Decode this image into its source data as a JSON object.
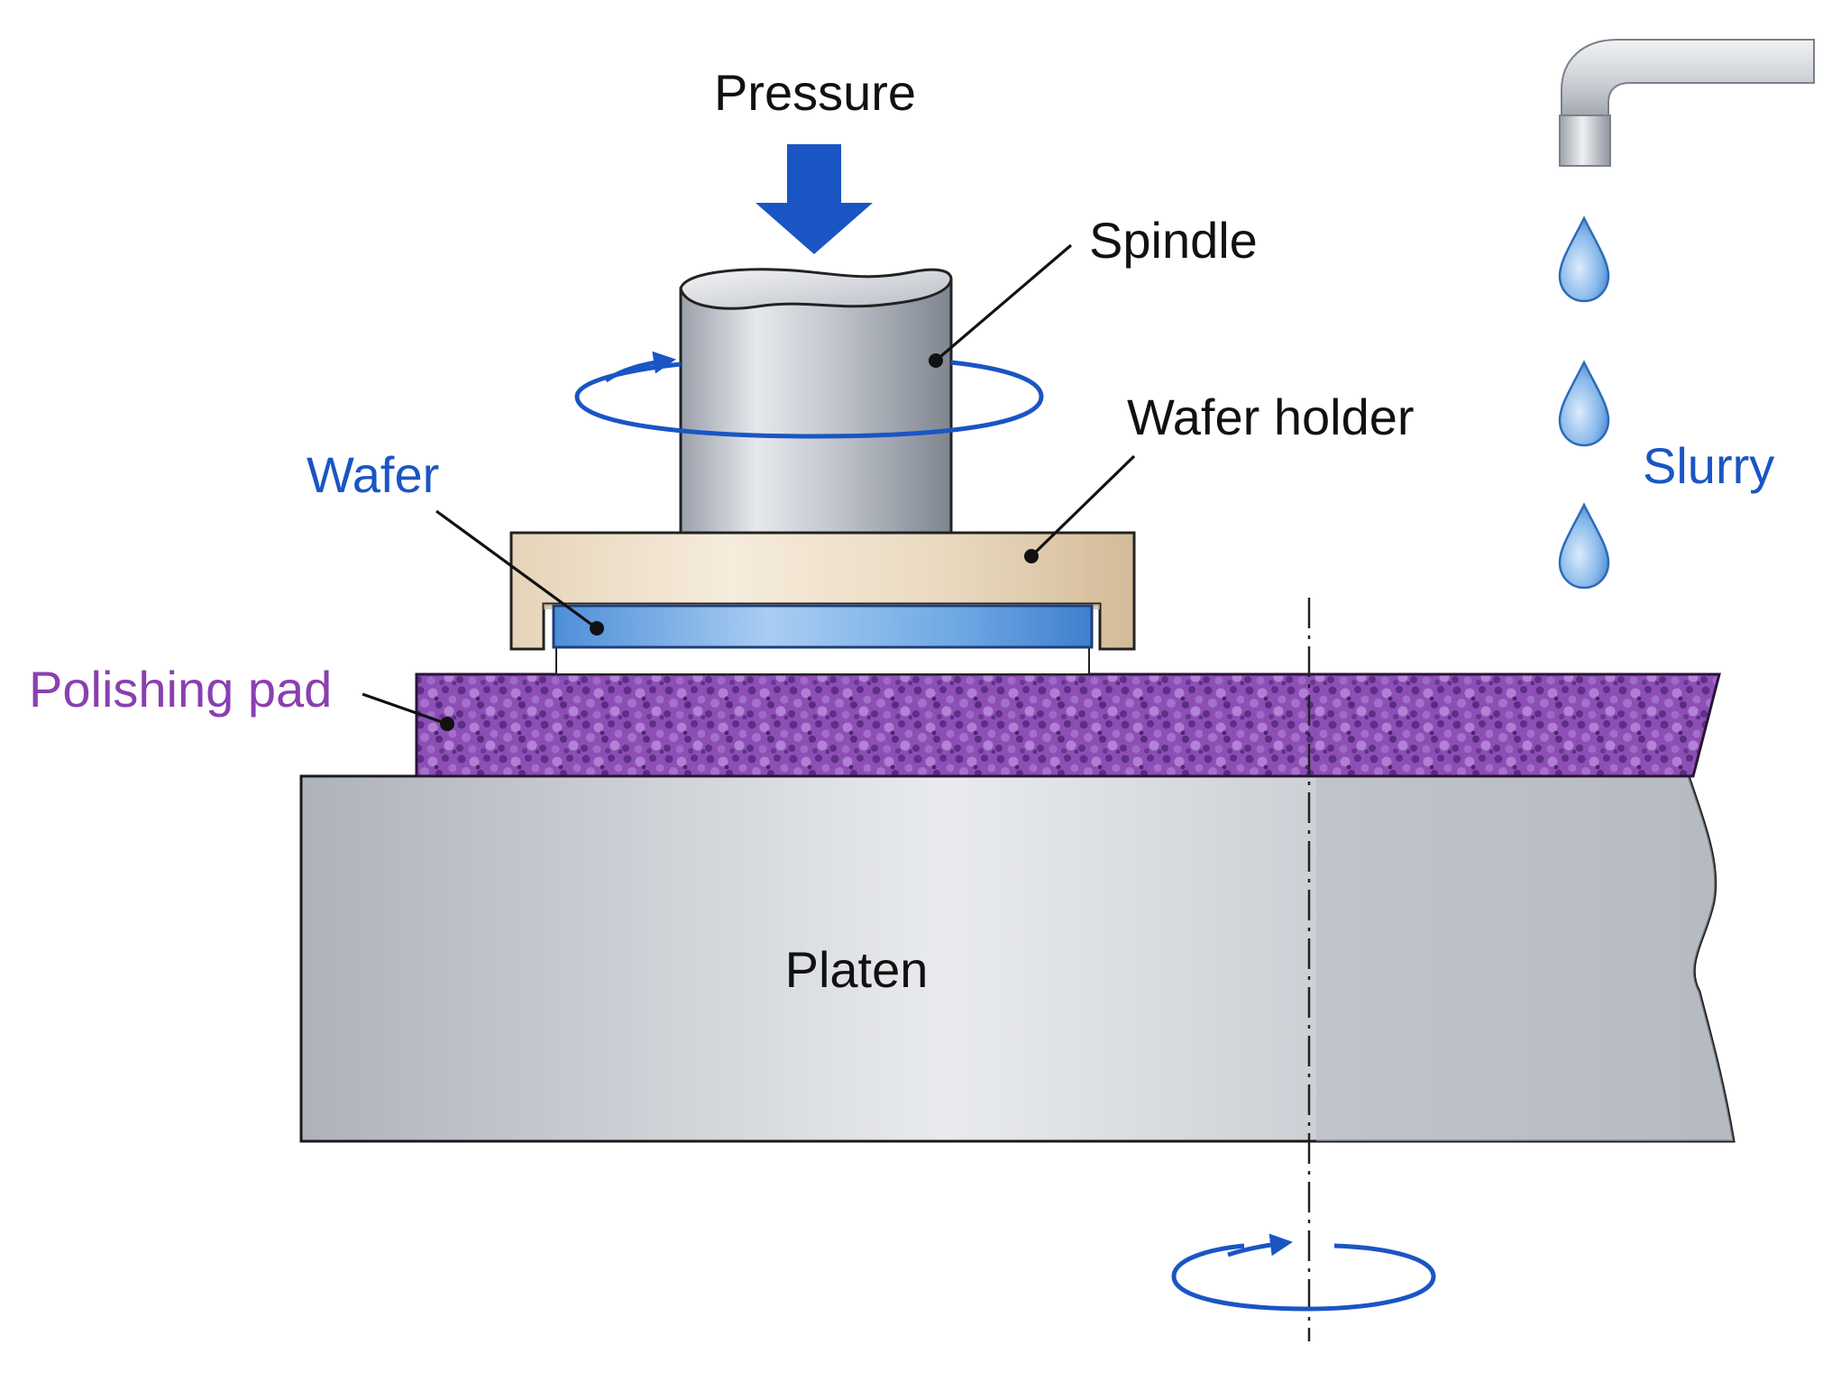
{
  "labels": {
    "pressure": "Pressure",
    "spindle": "Spindle",
    "wafer_holder": "Wafer holder",
    "wafer": "Wafer",
    "slurry": "Slurry",
    "polishing_pad": "Polishing pad",
    "platen": "Platen"
  },
  "colors": {
    "accent_blue": "#1a55c4",
    "pad_purple": "#8a3fb0",
    "holder_beige": "#eddcc3",
    "wafer_blue": "#6fa8e4",
    "metal_gray": "#c9ccd3"
  },
  "icons": {
    "pressure": "down-arrow-icon",
    "rotation": "rotation-arrow-icon",
    "slurry_source": "faucet-icon",
    "slurry": "water-drop-icon"
  }
}
